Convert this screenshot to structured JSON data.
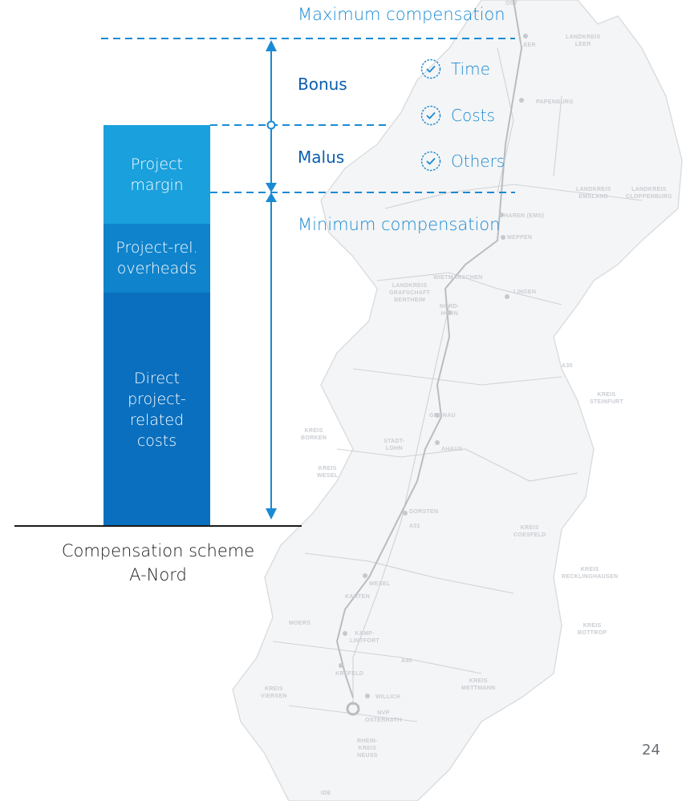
{
  "diagram": {
    "segments": {
      "project_margin": "Project\nmargin",
      "project_overheads": "Project-rel.\noverheads",
      "direct_costs": "Direct\nproject-\nrelated\ncosts"
    },
    "levels": {
      "maximum": "Maximum compensation",
      "minimum": "Minimum compensation"
    },
    "categories": {
      "bonus": "Bonus",
      "malus": "Malus"
    },
    "criteria": [
      "Time",
      "Costs",
      "Others"
    ],
    "caption": "Compensation scheme\nA-Nord",
    "colors": {
      "margin": "#1aa0dc",
      "overheads": "#0f83cc",
      "direct": "#0a6fbe",
      "accent": "#1a8ad4"
    }
  },
  "background_map": {
    "labels": [
      "OST",
      "LANDKREIS\nLEER",
      "LEER",
      "PAPENBURG",
      "LANDKREIS\nEMSLAND",
      "LANDKREIS\nCLOPPENBURG",
      "HAREN (EMS)",
      "MEPPEN",
      "WIETMARSCHEN",
      "LANDKREIS\nGRAFSCHAFT\nBENTHEIM",
      "NORD-\nHORN",
      "LINGEN",
      "A30",
      "KREIS\nSTEINFURT",
      "GRONAU",
      "KREIS\nBORKEN",
      "STADT-\nLOHN",
      "AHAUS",
      "KREIS\nWESEL",
      "DORSTEN",
      "A31",
      "KREIS\nCOESFELD",
      "KREIS\nRECKLINGHAUSEN",
      "KANTEN",
      "WESEL",
      "KREIS\nBOTTROP",
      "MOERS",
      "KAMP-\nLINTFORT",
      "A40",
      "KREFELD",
      "WILLICH",
      "KREIS\nMETTMANN",
      "KREIS\nVIERSEN",
      "NVP\nOSTERRATH",
      "RHEIN-\nKREIS\nNEUSS",
      "IDE"
    ]
  },
  "footer": {
    "page_number": "24"
  }
}
